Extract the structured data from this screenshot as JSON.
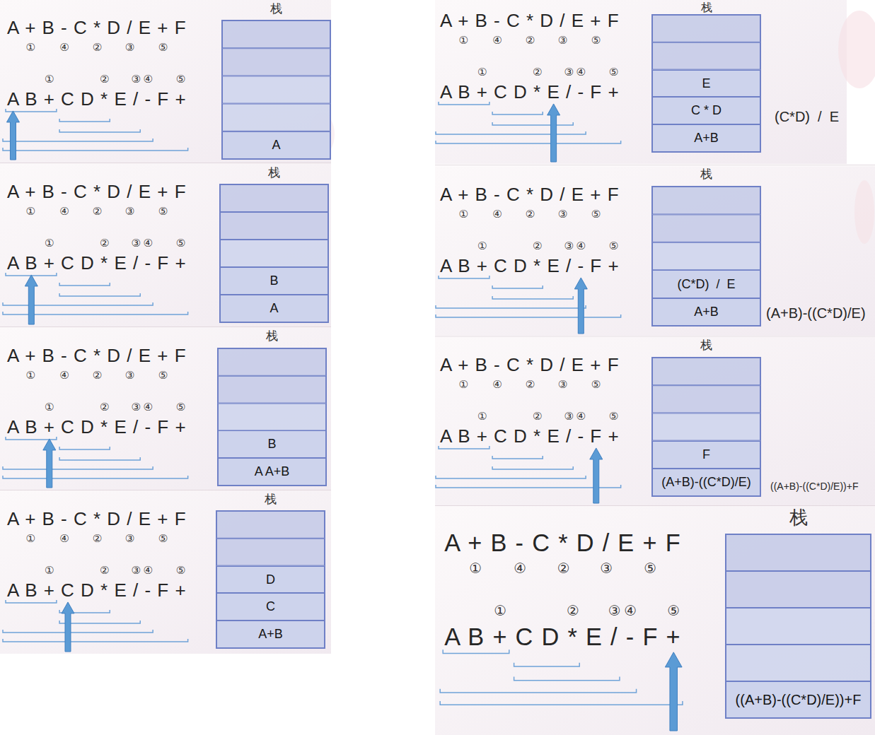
{
  "diagram": {
    "nodes": [
      {
        "text": [
          "栈"
        ]
      },
      {
        "text": [
          "A"
        ],
        "in": 0
      },
      {
        "text": [
          "栈"
        ]
      },
      {
        "text": [
          "B"
        ],
        "in": 2
      },
      {
        "text": [
          "A"
        ],
        "in": 2
      },
      {
        "text": [
          "栈"
        ]
      },
      {
        "text": [
          "B"
        ],
        "in": 5
      },
      {
        "text": [
          "A A+B"
        ],
        "in": 5
      },
      {
        "text": [
          "栈"
        ]
      },
      {
        "text": [
          "D"
        ],
        "in": 8
      },
      {
        "text": [
          "C"
        ],
        "in": 8
      },
      {
        "text": [
          "A+B"
        ],
        "in": 8
      },
      {
        "text": [
          "栈"
        ]
      },
      {
        "text": [
          "E"
        ],
        "in": 12
      },
      {
        "text": [
          "C * D"
        ],
        "in": 12
      },
      {
        "text": [
          "A+B"
        ],
        "in": 12
      },
      {
        "text": [
          "栈"
        ]
      },
      {
        "text": [
          "(C*D)  /  E"
        ],
        "in": 16
      },
      {
        "text": [
          "A+B"
        ],
        "in": 16
      },
      {
        "text": [
          "栈"
        ]
      },
      {
        "text": [
          "F"
        ],
        "in": 19
      },
      {
        "text": [
          "(A+B)-((C*D)/E)"
        ],
        "in": 19
      },
      {
        "text": [
          "栈"
        ]
      },
      {
        "text": [
          "((A+B)-((C*D)/E))+F"
        ],
        "in": 22
      }
    ],
    "labels": [
      "A + B - C * D / E + F",
      "①",
      "④",
      "②",
      "③",
      "⑤",
      "①",
      "②",
      "③",
      "④",
      "⑤",
      "A B + C D * E / - F +",
      "A + B - C * D / E + F",
      "①",
      "④",
      "②",
      "③",
      "⑤",
      "①",
      "②",
      "③",
      "④",
      "⑤",
      "A B + C D * E / - F +",
      "A + B - C * D / E + F",
      "①",
      "④",
      "②",
      "③",
      "⑤",
      "①",
      "②",
      "③",
      "④",
      "⑤",
      "A B + C D * E / - F +",
      "A + B - C * D / E + F",
      "①",
      "④",
      "②",
      "③",
      "⑤",
      "①",
      "②",
      "③",
      "④",
      "⑤",
      "A B + C D * E / - F +",
      "A + B - C * D / E + F",
      "①",
      "④",
      "②",
      "③",
      "⑤",
      "①",
      "②",
      "③",
      "④",
      "⑤",
      "A B + C D * E / - F +",
      "(C*D)  /  E",
      "A + B - C * D / E + F",
      "①",
      "④",
      "②",
      "③",
      "⑤",
      "①",
      "②",
      "③",
      "④",
      "⑤",
      "A B + C D * E / - F +",
      "(A+B)-((C*D)/E)",
      "A + B - C * D / E + F",
      "①",
      "④",
      "②",
      "③",
      "⑤",
      "①",
      "②",
      "③",
      "④",
      "⑤",
      "A B + C D * E / - F +",
      "((A+B)-((C*D)/E))+F",
      "A + B - C * D / E + F",
      "①",
      "④",
      "②",
      "③",
      "⑤",
      "①",
      "②",
      "③",
      "④",
      "⑤",
      "A B + C D * E / - F +"
    ]
  }
}
